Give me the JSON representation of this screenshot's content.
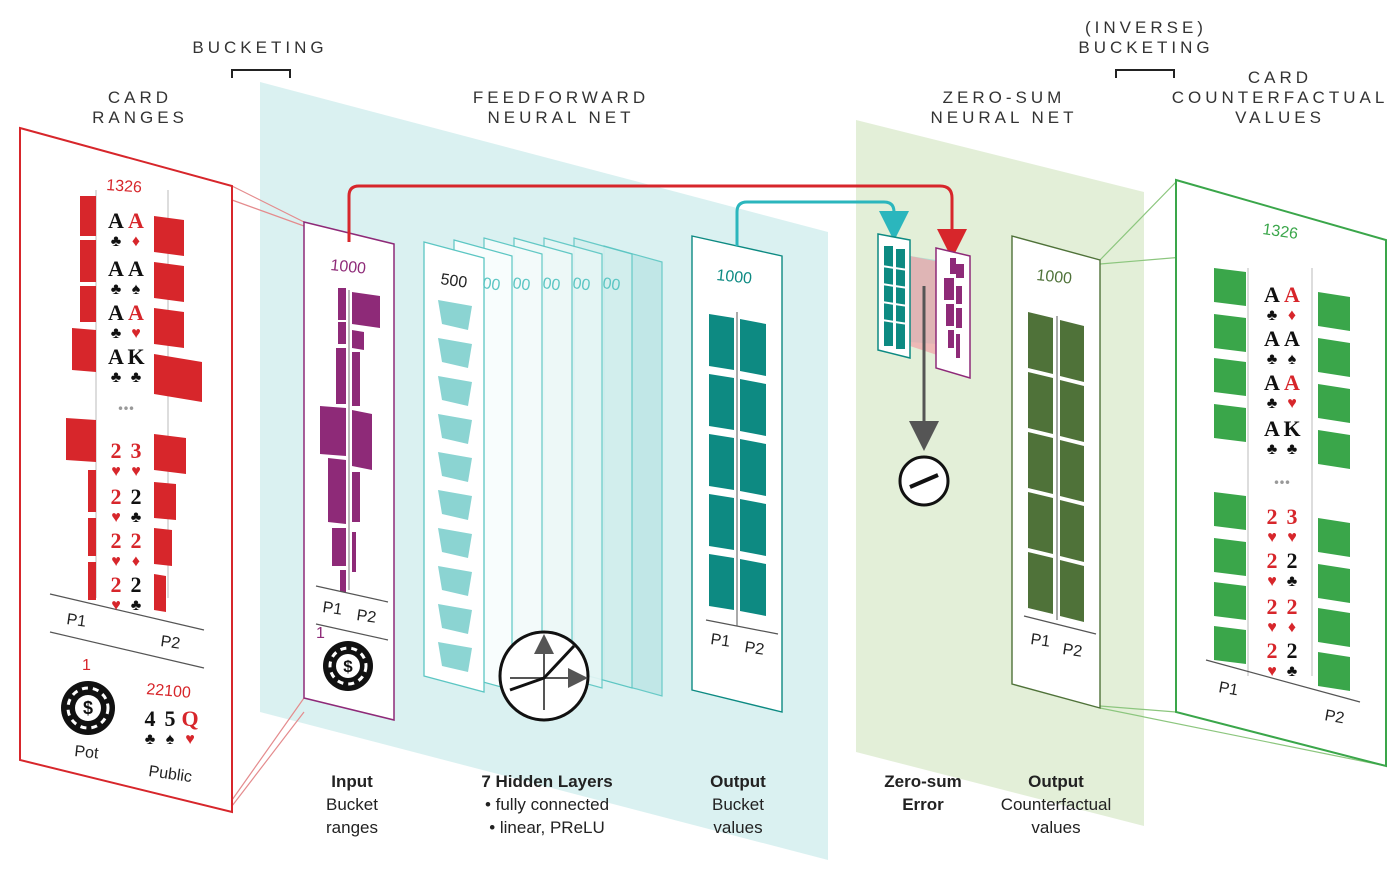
{
  "colors": {
    "red": "#d7262b",
    "teal_bucket": "#0d8a82",
    "purple": "#8e2a78",
    "dark_green": "#4f7239",
    "cf_green": "#3aa64a",
    "cyan_panel": "#d6efef",
    "green_panel": "#e1eed6"
  },
  "section_titles": {
    "bucketing": "BUCKETING",
    "card_ranges": [
      "CARD",
      "RANGES"
    ],
    "feedforward": [
      "FEEDFORWARD",
      "NEURAL NET"
    ],
    "zero_sum_net": [
      "ZERO-SUM",
      "NEURAL NET"
    ],
    "inverse_bucketing": [
      "(INVERSE)",
      "BUCKETING"
    ],
    "card_cf_values": [
      "CARD",
      "COUNTERFACTUAL",
      "VALUES"
    ]
  },
  "card_ranges_panel": {
    "count": "1326",
    "hands": [
      {
        "c1": "A",
        "s1": "♣",
        "c2": "A",
        "s2": "♦"
      },
      {
        "c1": "A",
        "s1": "♣",
        "c2": "A",
        "s2": "♠"
      },
      {
        "c1": "A",
        "s1": "♣",
        "c2": "A",
        "s2": "♥"
      },
      {
        "c1": "A",
        "s1": "♣",
        "c2": "K",
        "s2": "♣"
      },
      {
        "c1": "2",
        "s1": "♥",
        "c2": "3",
        "s2": "♥"
      },
      {
        "c1": "2",
        "s1": "♥",
        "c2": "2",
        "s2": "♣"
      },
      {
        "c1": "2",
        "s1": "♥",
        "c2": "2",
        "s2": "♦"
      },
      {
        "c1": "2",
        "s1": "♥",
        "c2": "2",
        "s2": "♣"
      }
    ],
    "ellipsis": "...",
    "p1_label": "P1",
    "p2_label": "P2",
    "pot_value": "1",
    "pot_label": "Pot",
    "public_count": "22100",
    "public_label": "Public",
    "public_cards": [
      {
        "rank": "4",
        "suit": "♣"
      },
      {
        "rank": "5",
        "suit": "♠"
      },
      {
        "rank": "Q",
        "suit": "♥"
      }
    ]
  },
  "input_panel": {
    "count": "1000",
    "p1_label": "P1",
    "p2_label": "P2",
    "pot_value": "1"
  },
  "hidden_layers": {
    "first_count": "500",
    "partial_label": "00"
  },
  "output_bucket_panel": {
    "count": "1000",
    "p1_label": "P1",
    "p2_label": "P2"
  },
  "output_cf_panel": {
    "count": "1000",
    "p1_label": "P1",
    "p2_label": "P2"
  },
  "card_cf_panel": {
    "count": "1326",
    "p1_label": "P1",
    "p2_label": "P2"
  },
  "captions": {
    "input": {
      "bold": "Input",
      "lines": [
        "Bucket",
        "ranges"
      ]
    },
    "hidden": {
      "bold": "7 Hidden Layers",
      "lines": [
        "• fully connected",
        "• linear, PReLU"
      ]
    },
    "output_bucket": {
      "bold": "Output",
      "lines": [
        "Bucket",
        "values"
      ]
    },
    "zero_sum": {
      "bold": "Zero-sum",
      "lines": [
        "Error"
      ]
    },
    "output_cf": {
      "bold": "Output",
      "lines": [
        "Counterfactual",
        "values"
      ]
    }
  },
  "icons": [
    "dollar-chip-icon",
    "activation-function-icon",
    "subtract-icon"
  ]
}
